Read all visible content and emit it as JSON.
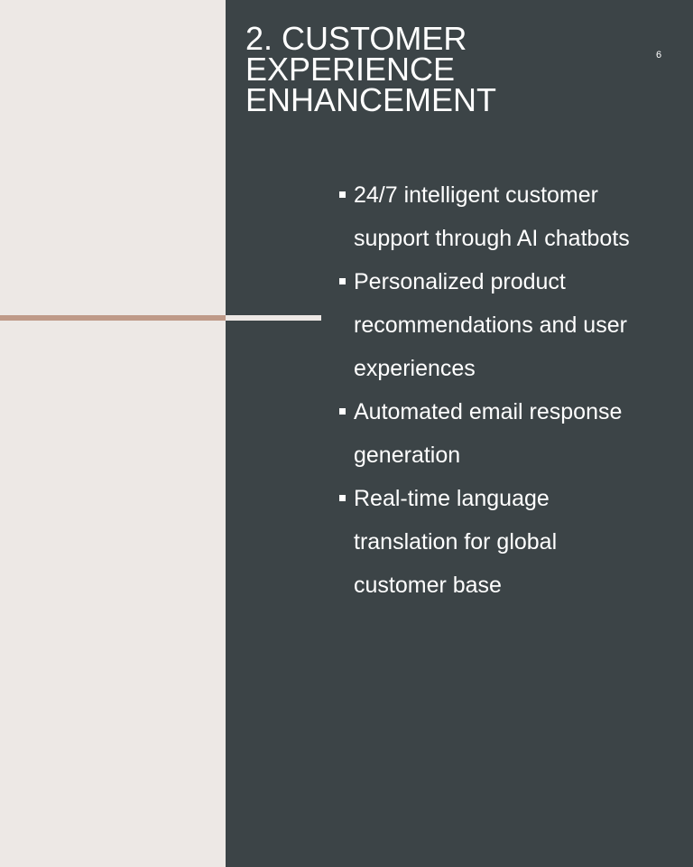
{
  "slide": {
    "title": "2. Customer\nExperience\nEnhancement",
    "page_number": "6",
    "bullets": [
      "24/7 intelligent customer support through AI chatbots",
      "Personalized product recommendations and user experiences",
      "Automated email response generation",
      "Real-time language translation for global customer base"
    ]
  },
  "colors": {
    "left_background": "#ede8e5",
    "right_background": "#3c4447",
    "accent": "#bf9a88",
    "text": "#ffffff"
  }
}
